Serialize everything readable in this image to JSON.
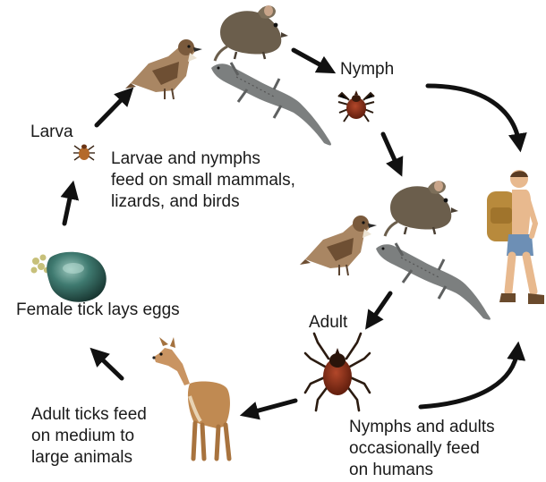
{
  "diagram": {
    "stages": {
      "larva": "Larva",
      "nymph": "Nymph",
      "adult": "Adult"
    },
    "captions": {
      "small_hosts": [
        "Larvae and nymphs",
        "feed on small mammals,",
        "lizards, and birds"
      ],
      "eggs": "Female tick lays eggs",
      "large_hosts": [
        "Adult ticks feed",
        "on medium to",
        "large animals"
      ],
      "humans": [
        "Nymphs and adults",
        "occasionally feed",
        "on humans"
      ]
    },
    "icons": [
      "sparrow-icon",
      "mouse-icon",
      "lizard-icon",
      "larva-tick-icon",
      "nymph-tick-icon",
      "adult-tick-icon",
      "egg-mass-icon",
      "deer-icon",
      "hiker-icon"
    ],
    "colors": {
      "arrow": "#111111",
      "tick_body": "#7a2a12",
      "tick_legs": "#2b1b10",
      "mouse": "#6b5e4c",
      "sparrow": "#8a6a4a",
      "lizard": "#7c7f7f",
      "deer": "#c08a52",
      "egg": "#2d5a52",
      "backpack": "#b88a3c",
      "skin": "#e8b98e",
      "shorts": "#6d8fb5"
    }
  }
}
